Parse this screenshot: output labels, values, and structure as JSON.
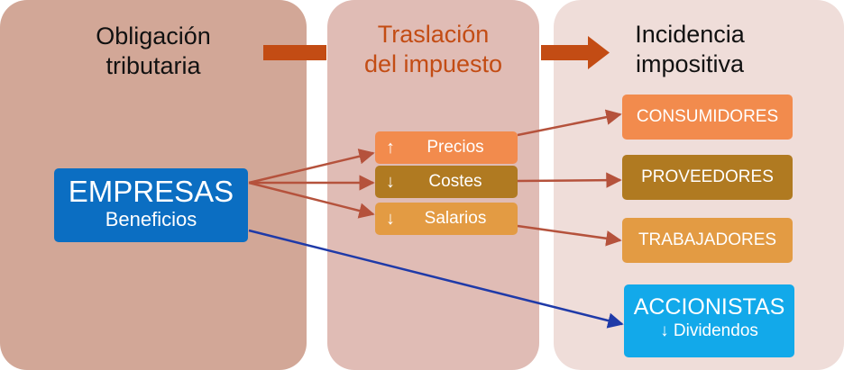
{
  "columns": {
    "obligation": {
      "line1": "Obligación",
      "line2": "tributaria"
    },
    "shifting": {
      "line1": "Traslación",
      "line2": "del impuesto"
    },
    "incidence": {
      "line1": "Incidencia",
      "line2": "impositiva"
    }
  },
  "source": {
    "label": "EMPRESAS",
    "sublabel": "Beneficios"
  },
  "channels": [
    {
      "arrow": "↑",
      "label": "Precios"
    },
    {
      "arrow": "↓",
      "label": "Costes"
    },
    {
      "arrow": "↓",
      "label": "Salarios"
    }
  ],
  "targets": {
    "consumidores": "CONSUMIDORES",
    "proveedores": "PROVEEDORES",
    "trabajadores": "TRABAJADORES",
    "accionistas": {
      "label": "ACCIONISTAS",
      "sublabel": "↓ Dividendos"
    }
  },
  "colors": {
    "column1": "#d2a797",
    "column2": "#e0bcb5",
    "column3": "#efddd9",
    "header_arrow": "#c34c14",
    "empresas": "#0b6ec2",
    "precios": "#f28b4d",
    "costes": "#b07a21",
    "salarios": "#e39b43",
    "accionistas": "#12a9ea",
    "connector_red": "#b5523c",
    "connector_blue": "#1f3aa8"
  }
}
